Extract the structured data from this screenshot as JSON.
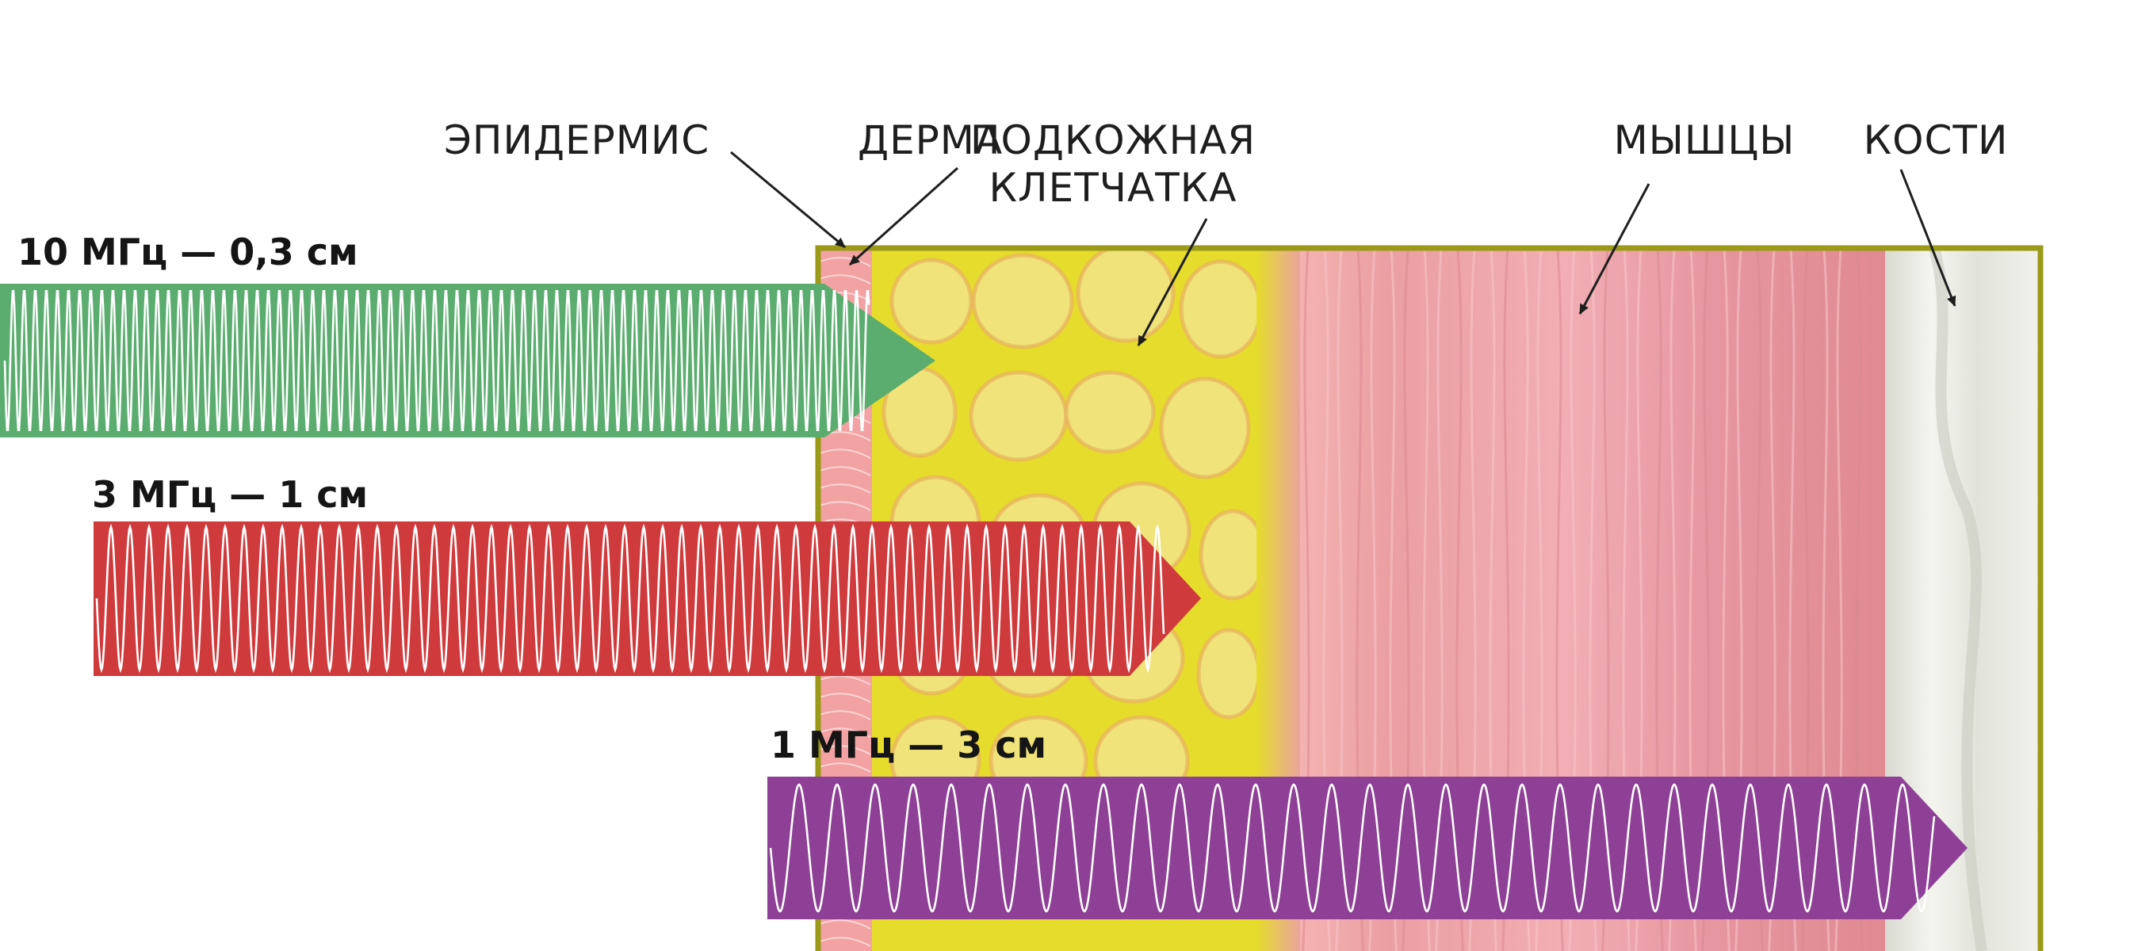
{
  "layers": {
    "epidermis": "ЭПИДЕРМИС",
    "dermis": "ДЕРМА",
    "subcutis_line1": "ПОДКОЖНАЯ",
    "subcutis_line2": "КЛЕТЧАТКА",
    "muscles": "МЫШЦЫ",
    "bones": "КОСТИ"
  },
  "waves": [
    {
      "label": "10 МГц — 0,3 см",
      "color": "#5aad6e"
    },
    {
      "label": "3 МГц — 1 см",
      "color": "#cf3a3c"
    },
    {
      "label": "1 МГц — 3 см",
      "color": "#8e4096"
    }
  ],
  "colors": {
    "frame": "#9a9a18",
    "dermis": "#f2a2a2",
    "fat": "#e6dc2c",
    "fat_cell": "#efe37a",
    "muscle": "#eaa0a8",
    "bone": "#e8e9e2",
    "wave_line": "#ffffff"
  },
  "icons": {
    "pointer": "arrow-icon"
  }
}
